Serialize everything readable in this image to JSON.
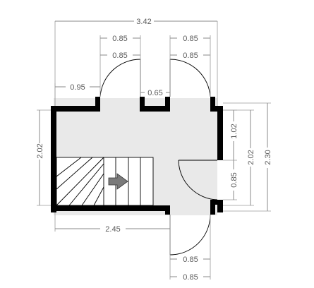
{
  "dimensions": {
    "overall_width": "3.42",
    "door_top_left_a": "0.85",
    "door_top_left_b": "0.85",
    "door_top_right_a": "0.85",
    "door_top_right_b": "0.85",
    "left_wall_segment": "0.95",
    "middle_wall_segment": "0.65",
    "left_height": "2.02",
    "right_upper": "1.02",
    "right_door": "0.85",
    "right_inner_height": "2.02",
    "right_outer_height": "2.30",
    "bottom_left_width": "2.45",
    "door_bottom_a": "0.85",
    "door_bottom_b": "0.85"
  },
  "colors": {
    "wall": "#000000",
    "floor": "#e9e9e9",
    "dimension": "#8a8a8a",
    "arrow": "#7a7a7a"
  },
  "icons": {
    "stair_direction": "arrow-right-icon"
  }
}
